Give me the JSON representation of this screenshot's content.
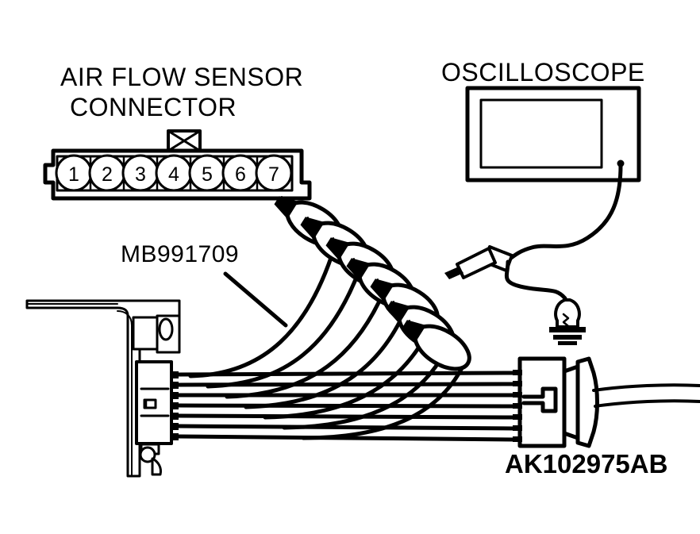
{
  "figure": {
    "title_air_flow_line1": "AIR FLOW SENSOR",
    "title_air_flow_line2": "CONNECTOR",
    "title_oscilloscope": "OSCILLOSCOPE",
    "tool_number": "MB991709",
    "part_number": "AK102975AB",
    "background_color": "#ffffff",
    "line_color": "#000000"
  },
  "connector": {
    "name": "air-flow-sensor-connector",
    "pin_count": 7,
    "pins": [
      {
        "number": "1"
      },
      {
        "number": "2"
      },
      {
        "number": "3"
      },
      {
        "number": "4"
      },
      {
        "number": "5"
      },
      {
        "number": "6"
      },
      {
        "number": "7"
      }
    ]
  },
  "oscilloscope": {
    "name": "oscilloscope",
    "has_screen": true,
    "probe_lead": "connected"
  },
  "harness": {
    "name": "mb991709-test-harness",
    "wire_count": 7,
    "clip_count": 7,
    "clip_type": "alligator-clip"
  },
  "probe": {
    "name": "oscilloscope-probe",
    "ground_lamp": "test-bulb"
  },
  "connectors": {
    "left_connector_label": "vehicle-harness-connector",
    "right_connector_label": "sensor-side-connector"
  }
}
